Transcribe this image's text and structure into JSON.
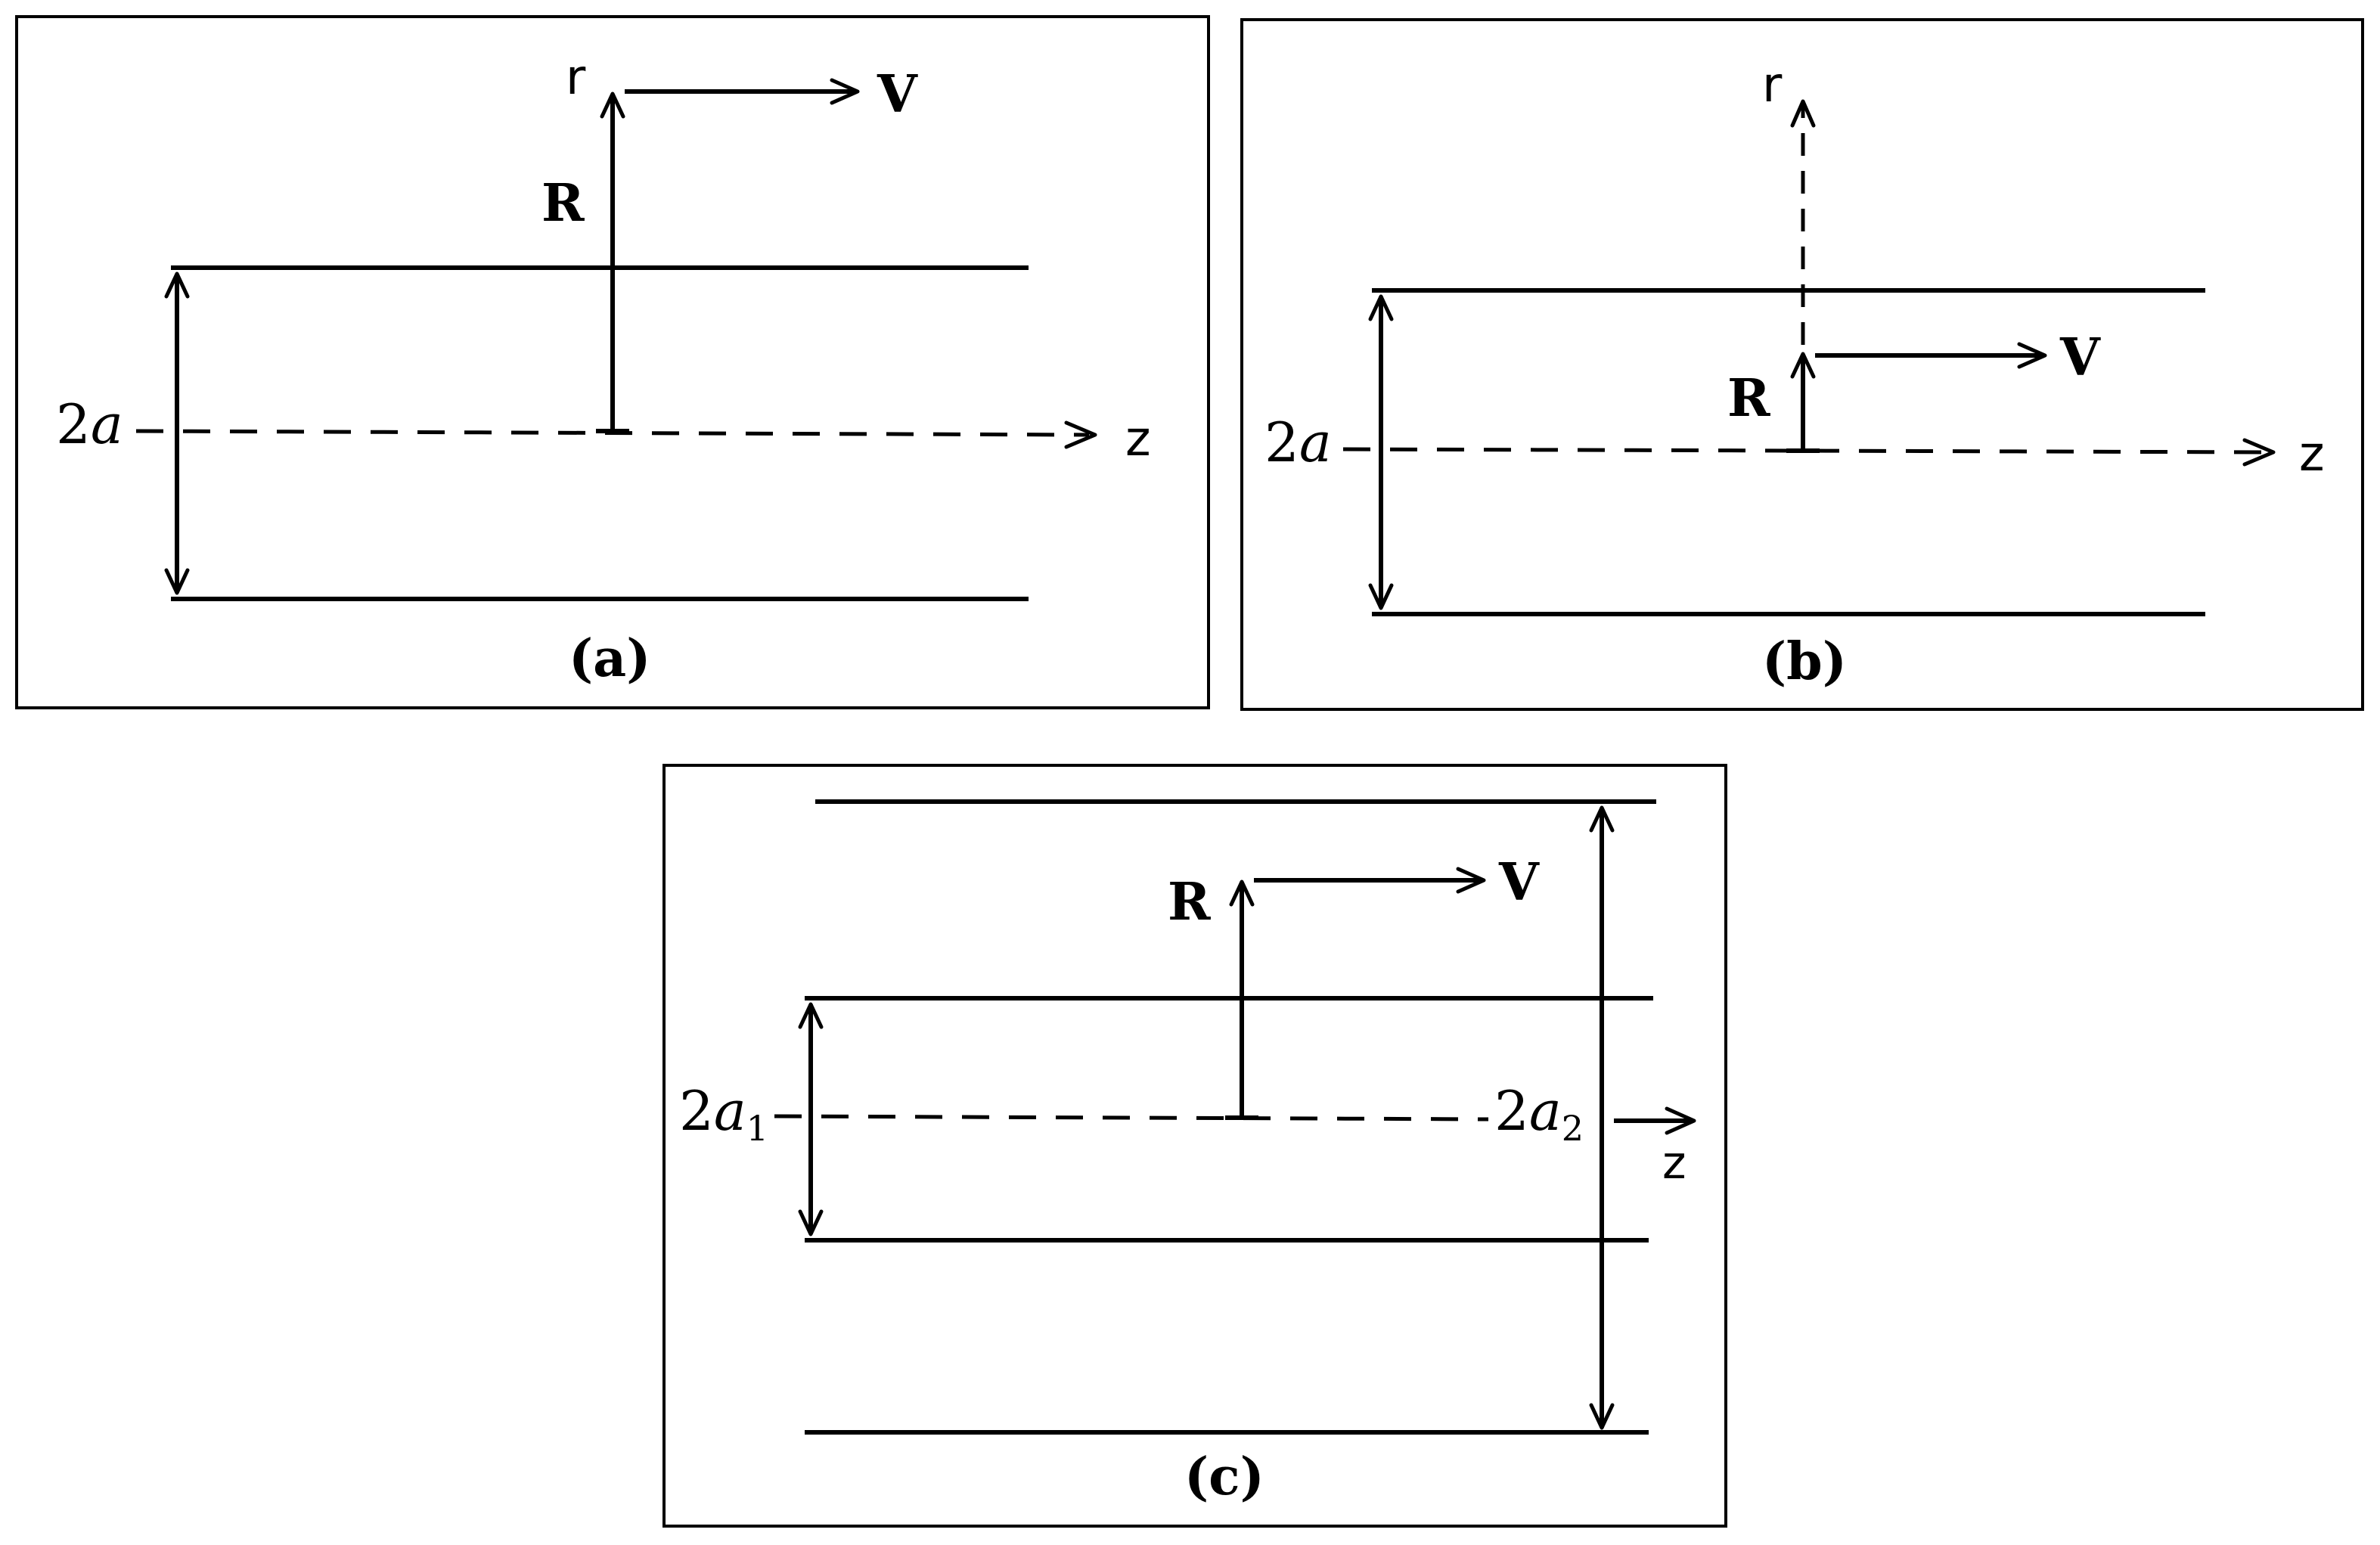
{
  "panels": {
    "a": {
      "caption": "(a)",
      "r_label": "r",
      "R_label": "R",
      "V_label": "V",
      "z_label": "z",
      "width_coef": "2",
      "width_var": "a"
    },
    "b": {
      "caption": "(b)",
      "r_label": "r",
      "R_label": "R",
      "V_label": "V",
      "z_label": "z",
      "width_coef": "2",
      "width_var": "a"
    },
    "c": {
      "caption": "(c)",
      "R_label": "R",
      "V_label": "V",
      "z_label": "z",
      "inner_coef": "2",
      "inner_var": "a",
      "inner_sub": "1",
      "outer_coef": "2",
      "outer_var": "a",
      "outer_sub": "2"
    }
  }
}
